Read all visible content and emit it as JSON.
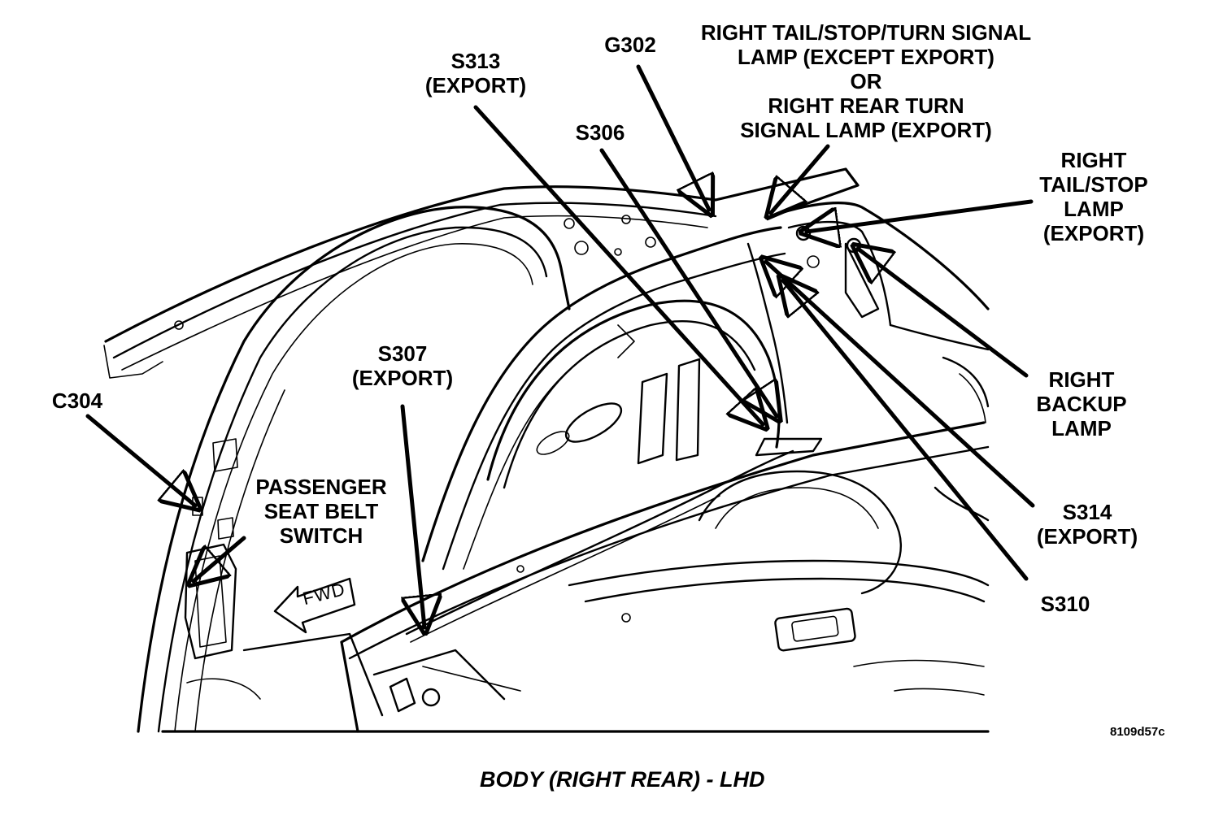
{
  "labels": {
    "s313": [
      "S313",
      "(EXPORT)"
    ],
    "g302": [
      "G302"
    ],
    "right_tail_stop_turn": [
      "RIGHT TAIL/STOP/TURN SIGNAL",
      "LAMP (EXCEPT EXPORT)",
      "OR",
      "RIGHT REAR TURN",
      "SIGNAL LAMP (EXPORT)"
    ],
    "s306": [
      "S306"
    ],
    "right_tail_stop_export": [
      "RIGHT",
      "TAIL/STOP",
      "LAMP",
      "(EXPORT)"
    ],
    "right_backup": [
      "RIGHT",
      "BACKUP",
      "LAMP"
    ],
    "s307": [
      "S307",
      "(EXPORT)"
    ],
    "c304": [
      "C304"
    ],
    "passenger_seat_belt": [
      "PASSENGER",
      "SEAT BELT",
      "SWITCH"
    ],
    "s314": [
      "S314",
      "(EXPORT)"
    ],
    "s310": [
      "S310"
    ]
  },
  "fwd_marker": "FWD",
  "figure_code": "8109d57c",
  "caption": "BODY (RIGHT REAR) - LHD"
}
